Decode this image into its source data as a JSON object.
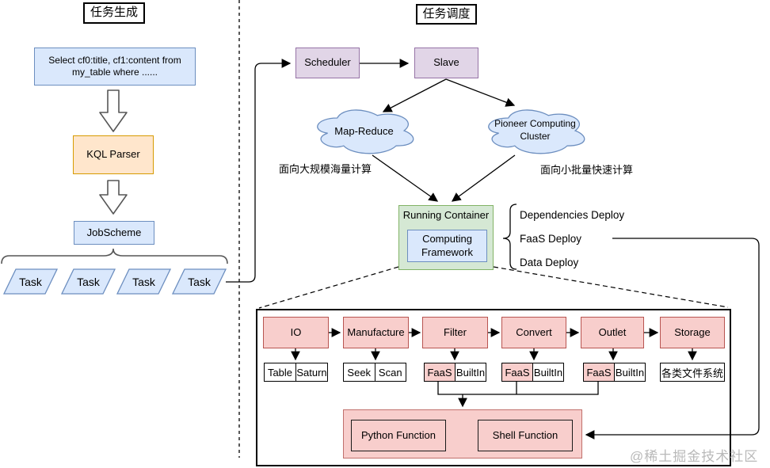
{
  "left_panel": {
    "title": "任务生成",
    "sql_box": "Select cf0:title, cf1:content from my_table where ......",
    "kql_parser": "KQL Parser",
    "job_scheme": "JobScheme",
    "tasks": [
      "Task",
      "Task",
      "Task",
      "Task"
    ]
  },
  "right_panel": {
    "title": "任务调度",
    "scheduler": "Scheduler",
    "slave": "Slave",
    "map_reduce": "Map-Reduce",
    "pioneer": "Pioneer Computing Cluster",
    "map_reduce_note": "面向大规模海量计算",
    "pioneer_note": "面向小批量快速计算",
    "running_container": "Running Container",
    "computing_framework": "Computing Framework",
    "deploy_labels": [
      "Dependencies Deploy",
      "FaaS Deploy",
      "Data Deploy"
    ]
  },
  "pipeline": {
    "stages": [
      {
        "name": "IO",
        "subs": [
          {
            "label": "Table",
            "highlight": false
          },
          {
            "label": "Saturn",
            "highlight": false
          }
        ]
      },
      {
        "name": "Manufacture",
        "subs": [
          {
            "label": "Seek",
            "highlight": false
          },
          {
            "label": "Scan",
            "highlight": false
          }
        ]
      },
      {
        "name": "Filter",
        "subs": [
          {
            "label": "FaaS",
            "highlight": true
          },
          {
            "label": "BuiltIn",
            "highlight": false
          }
        ]
      },
      {
        "name": "Convert",
        "subs": [
          {
            "label": "FaaS",
            "highlight": true
          },
          {
            "label": "BuiltIn",
            "highlight": false
          }
        ]
      },
      {
        "name": "Outlet",
        "subs": [
          {
            "label": "FaaS",
            "highlight": true
          },
          {
            "label": "BuiltIn",
            "highlight": false
          }
        ]
      },
      {
        "name": "Storage",
        "subs": [
          {
            "label": "各类文件系统",
            "highlight": false
          }
        ]
      }
    ],
    "python_function": "Python Function",
    "shell_function": "Shell Function"
  },
  "watermark": "@稀土掘金技术社区",
  "colors": {
    "blue_fill": "#dae8fc",
    "blue_stroke": "#6c8ebf",
    "orange_fill": "#ffe6cc",
    "orange_stroke": "#d79b00",
    "purple_fill": "#e1d5e7",
    "purple_stroke": "#9673a6",
    "green_fill": "#d5e8d4",
    "green_stroke": "#82b366",
    "pink_fill": "#f8cecc",
    "pink_stroke": "#b85450",
    "line": "#000000",
    "watermark_gray": "#b9b9b9"
  }
}
